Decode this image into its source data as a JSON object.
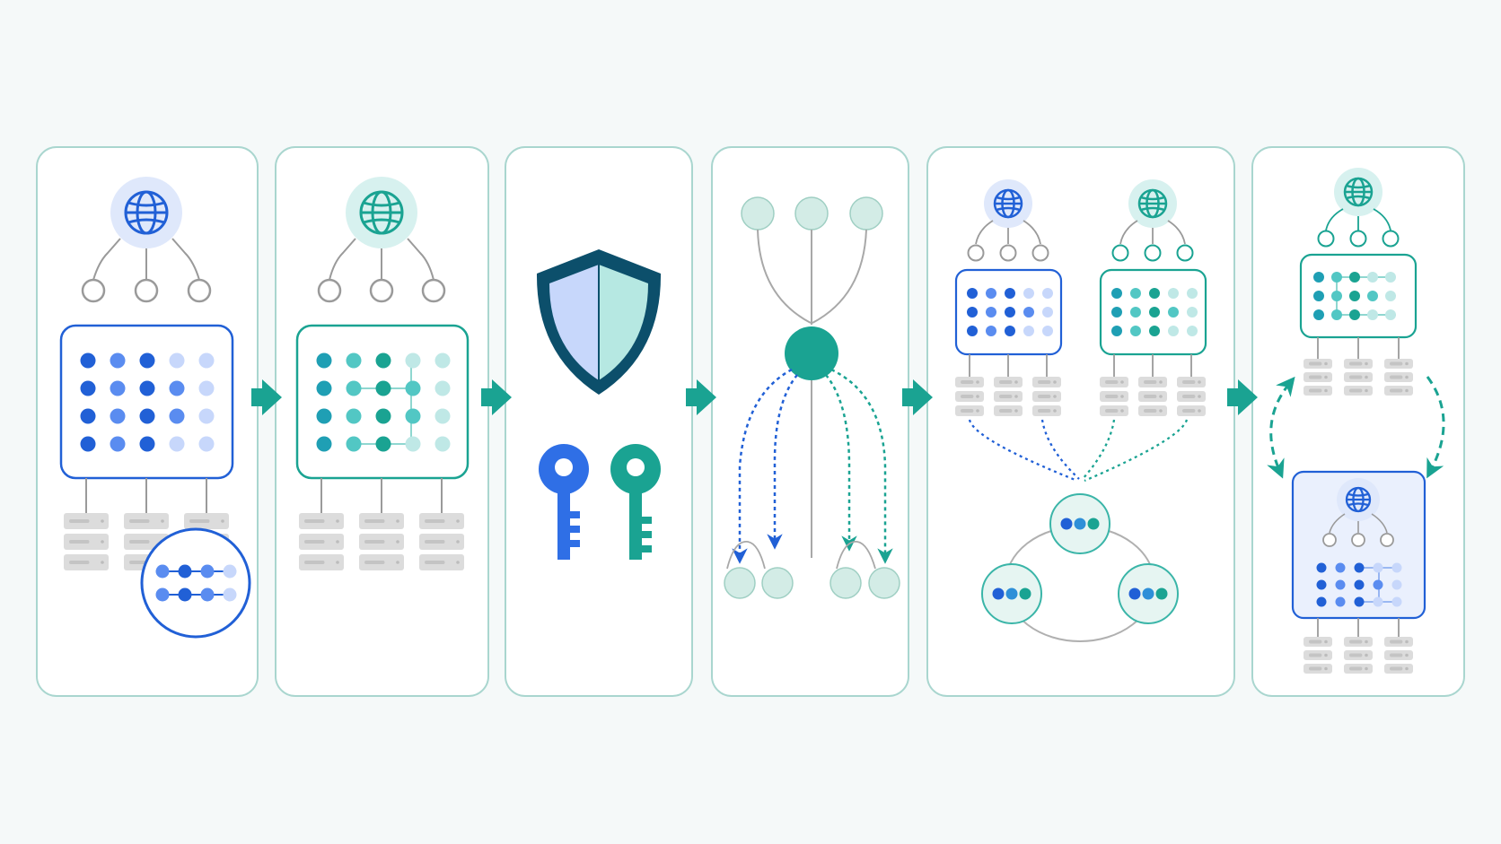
{
  "colors": {
    "background": "#f5f9f9",
    "panel_border": "#a9d6cf",
    "panel_fill": "#ffffff",
    "blue": "#2160d6",
    "blue_mid": "#5a8cf0",
    "blue_light": "#c7d7fb",
    "teal": "#1aa392",
    "teal_mid": "#52c7c4",
    "teal_light": "#bfe8e6",
    "navy": "#0c4f6b",
    "gray": "#d9d9d9",
    "gray_line": "#b0b0b0",
    "arrow": "#1aa392"
  },
  "icons": {
    "globe": "globe-icon",
    "shield": "shield-icon",
    "key": "key-icon",
    "server": "server-icon",
    "flow_arrow": "arrow-right-icon"
  },
  "panels": [
    {
      "name": "panel-1-single-database",
      "accent": "blue"
    },
    {
      "name": "panel-2-teal-database",
      "accent": "teal"
    },
    {
      "name": "panel-3-security-keys",
      "accent": "mixed"
    },
    {
      "name": "panel-4-fan-out",
      "accent": "teal"
    },
    {
      "name": "panel-5-federation",
      "accent": "mixed"
    },
    {
      "name": "panel-6-sync-cycle",
      "accent": "mixed"
    }
  ]
}
